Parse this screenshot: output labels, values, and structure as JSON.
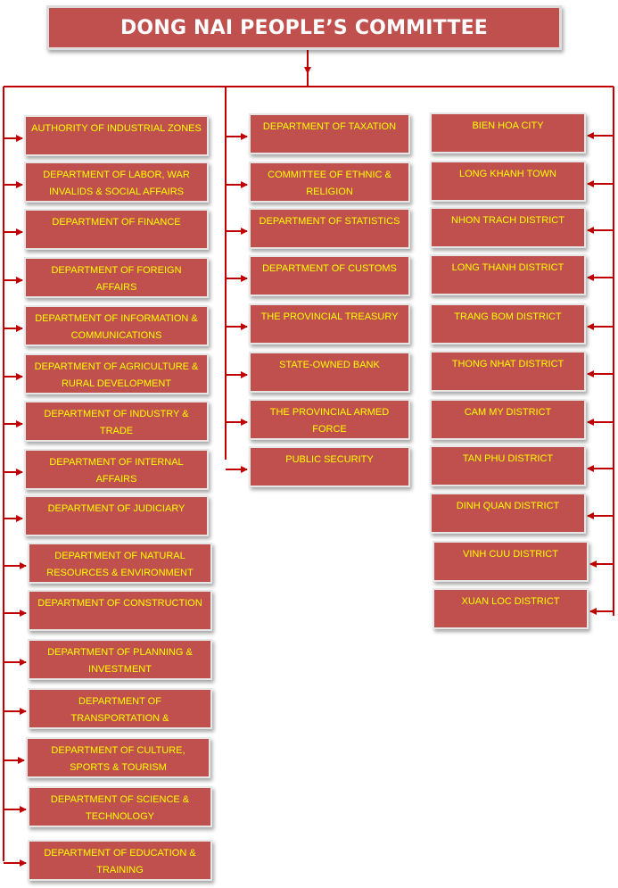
{
  "title": "DONG NAI PEOPLE’S COMMITTEE",
  "colors": {
    "box_fill": "#c0504d",
    "box_text": "#ffff00",
    "connector": "#c00000",
    "title_text": "#ffffff"
  },
  "columns": {
    "left": [
      "AUTHORITY OF INDUSTRIAL ZONES",
      "DEPARTMENT OF LABOR, WAR INVALIDS & SOCIAL AFFAIRS",
      "DEPARTMENT OF FINANCE",
      "DEPARTMENT OF FOREIGN AFFAIRS",
      "DEPARTMENT OF INFORMATION & COMMUNICATIONS",
      "DEPARTMENT OF AGRICULTURE & RURAL DEVELOPMENT",
      "DEPARTMENT OF INDUSTRY & TRADE",
      "DEPARTMENT OF INTERNAL AFFAIRS",
      "DEPARTMENT OF JUDICIARY",
      "DEPARTMENT OF NATURAL RESOURCES & ENVIRONMENT",
      "DEPARTMENT OF CONSTRUCTION",
      "DEPARTMENT OF PLANNING & INVESTMENT",
      "DEPARTMENT OF TRANSPORTATION & COMMUNICATIONS",
      "DEPARTMENT OF CULTURE, SPORTS & TOURISM",
      "DEPARTMENT OF SCIENCE & TECHNOLOGY",
      "DEPARTMENT OF EDUCATION & TRAINING"
    ],
    "middle": [
      "DEPARTMENT OF TAXATION",
      "COMMITTEE OF ETHNIC & RELIGION",
      "DEPARTMENT OF STATISTICS",
      "DEPARTMENT OF CUSTOMS",
      "THE PROVINCIAL TREASURY",
      "STATE-OWNED BANK",
      "THE PROVINCIAL ARMED FORCE",
      "PUBLIC SECURITY"
    ],
    "right": [
      "BIEN HOA CITY",
      "LONG KHANH TOWN",
      "NHON TRACH DISTRICT",
      "LONG THANH DISTRICT",
      "TRANG BOM DISTRICT",
      "THONG NHAT DISTRICT",
      "CAM MY DISTRICT",
      "TAN PHU DISTRICT",
      "DINH QUAN DISTRICT",
      "VINH CUU DISTRICT",
      "XUAN LOC DISTRICT"
    ]
  }
}
